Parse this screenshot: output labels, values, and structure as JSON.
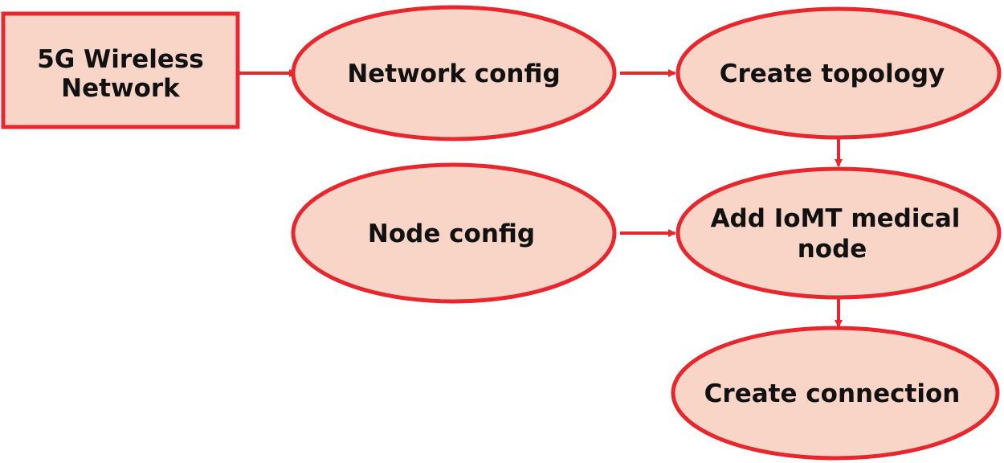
{
  "colors": {
    "stroke": "#e8262e",
    "fill": "#f8d5c7",
    "text": "#111111",
    "background": "#ffffff"
  },
  "nodes": {
    "wireless": {
      "line1": "5G Wireless",
      "line2": "Network"
    },
    "network_config": {
      "label": "Network config"
    },
    "create_topology": {
      "label": "Create topology"
    },
    "node_config": {
      "label": "Node config"
    },
    "add_iomt": {
      "line1": "Add IoMT medical",
      "line2": "node"
    },
    "create_connection": {
      "label": "Create connection"
    }
  }
}
